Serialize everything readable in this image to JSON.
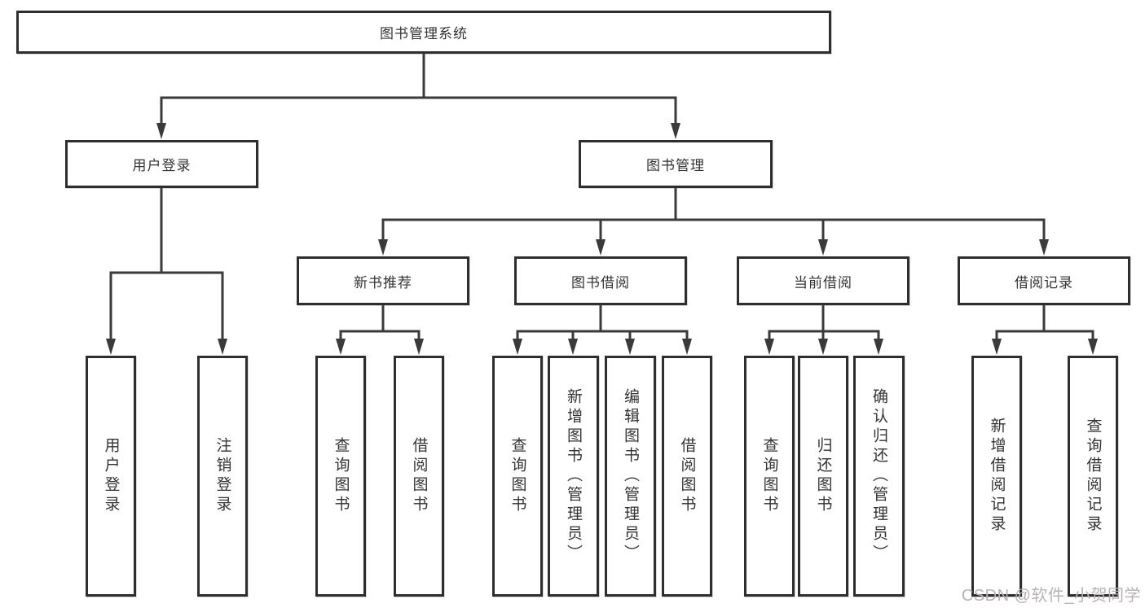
{
  "tree": {
    "root": {
      "label": "图书管理系统"
    },
    "user_login": {
      "label": "用户登录",
      "children": [
        {
          "label": "用户登录"
        },
        {
          "label": "注销登录"
        }
      ]
    },
    "book_management": {
      "label": "图书管理",
      "groups": [
        {
          "label": "新书推荐",
          "children": [
            {
              "label": "查询图书"
            },
            {
              "label": "借阅图书"
            }
          ]
        },
        {
          "label": "图书借阅",
          "children": [
            {
              "label": "查询图书"
            },
            {
              "label": "新增图书（管理员）"
            },
            {
              "label": "编辑图书（管理员）"
            },
            {
              "label": "借阅图书"
            }
          ]
        },
        {
          "label": "当前借阅",
          "children": [
            {
              "label": "查询图书"
            },
            {
              "label": "归还图书"
            },
            {
              "label": "确认归还（管理员）"
            }
          ]
        },
        {
          "label": "借阅记录",
          "children": [
            {
              "label": "新增借阅记录"
            },
            {
              "label": "查询借阅记录"
            }
          ]
        }
      ]
    }
  },
  "watermark": "CSDN @软件_小贺同学",
  "colors": {
    "line": "#3a3a3a",
    "box_border": "#2e2e2e",
    "text": "#333333",
    "watermark": "#b7b3b3",
    "background": "#ffffff"
  }
}
